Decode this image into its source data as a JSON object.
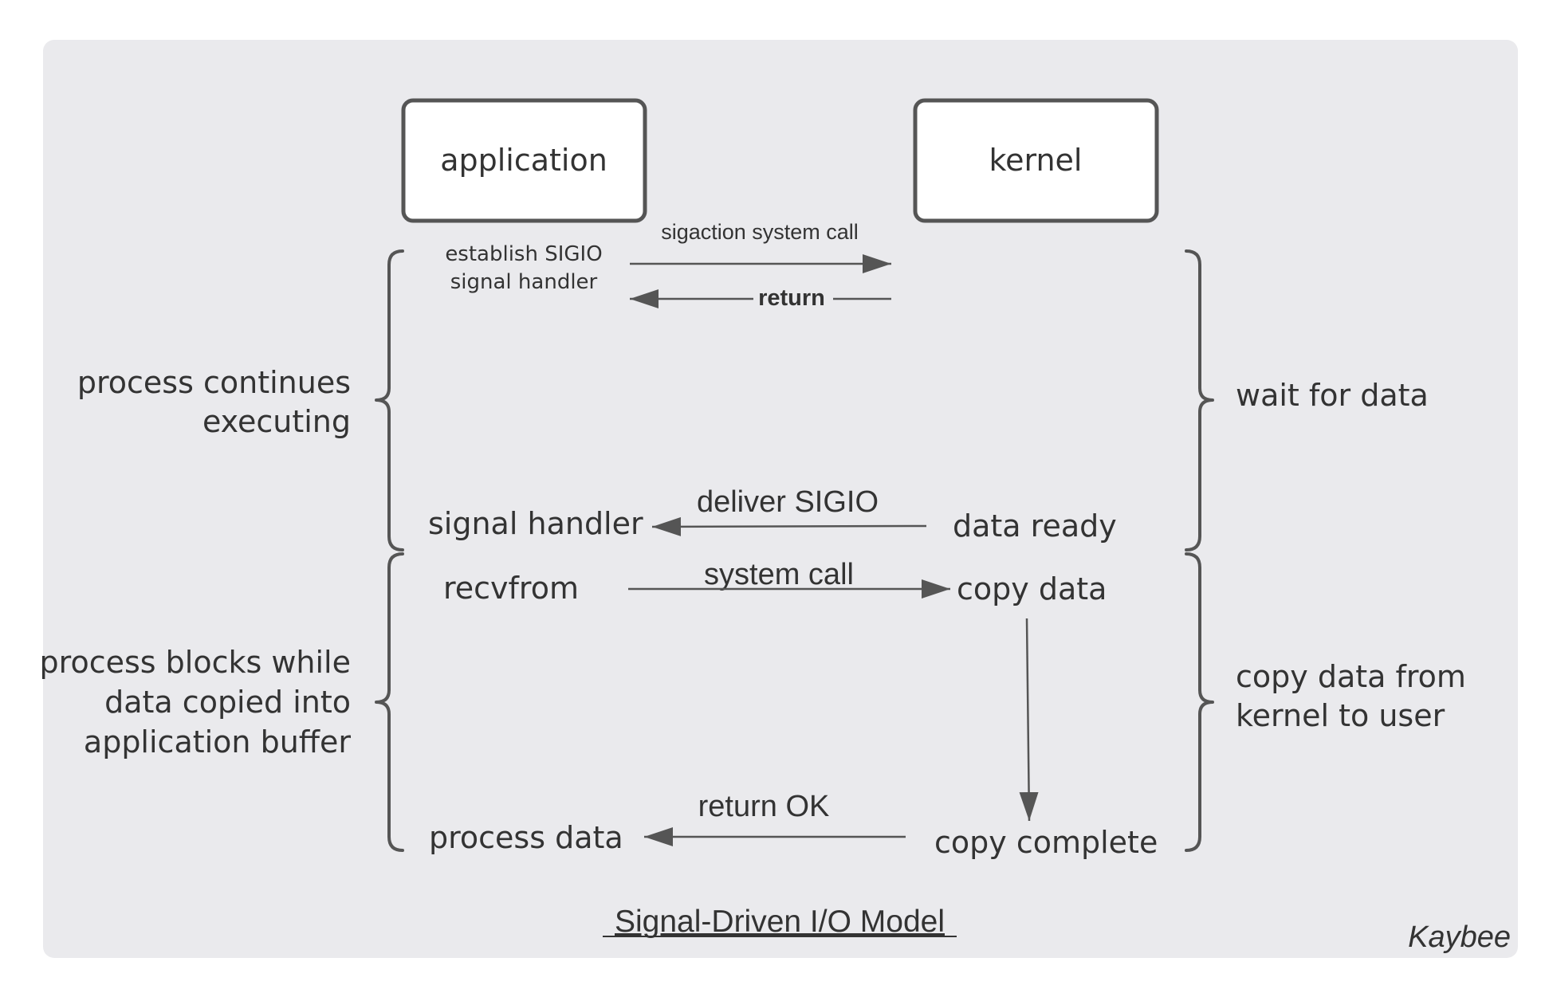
{
  "title": "Signal-Driven I/O Model",
  "signature": "Kaybee",
  "actors": {
    "application": "application",
    "kernel": "kernel"
  },
  "app_steps": {
    "establish_line1": "establish SIGIO",
    "establish_line2": "signal handler",
    "signal_handler": "signal handler",
    "recvfrom": "recvfrom",
    "process_data": "process data"
  },
  "kernel_steps": {
    "data_ready": "data ready",
    "copy_data": "copy data",
    "copy_complete": "copy complete"
  },
  "messages": {
    "sigaction": "sigaction system call",
    "return": "return",
    "deliver_sigio": "deliver SIGIO",
    "system_call": "system call",
    "return_ok": "return OK"
  },
  "left_phases": {
    "continues_line1": "process continues",
    "continues_line2": "executing",
    "blocks_line1": "process blocks while",
    "blocks_line2": "data copied into",
    "blocks_line3": "application buffer"
  },
  "right_phases": {
    "wait": "wait for data",
    "copy_line1": "copy data from",
    "copy_line2": "kernel to user"
  },
  "colors": {
    "panel": "#eaeaed",
    "stroke": "#555555",
    "text": "#333333"
  }
}
